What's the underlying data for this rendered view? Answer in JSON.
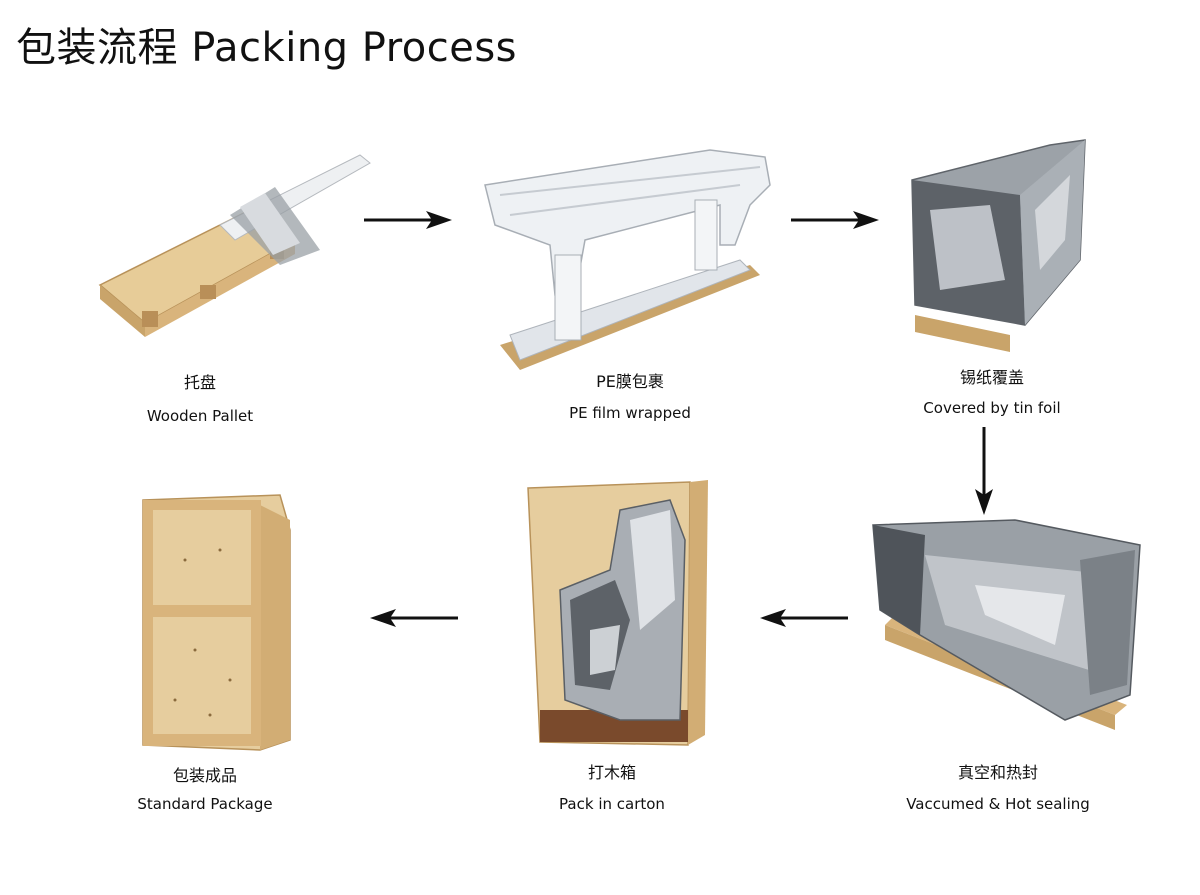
{
  "title": "包装流程 Packing Process",
  "steps": [
    {
      "cn": "托盘",
      "en": "Wooden Pallet",
      "illustration": "wooden-pallet-with-foil"
    },
    {
      "cn": "PE膜包裹",
      "en": "PE film wrapped",
      "illustration": "machine-wrapped-in-pe-film"
    },
    {
      "cn": "锡纸覆盖",
      "en": "Covered by tin foil",
      "illustration": "machine-covered-in-tin-foil"
    },
    {
      "cn": "真空和热封",
      "en": "Vaccumed & Hot sealing",
      "illustration": "vacuum-sealed-foil-package"
    },
    {
      "cn": "打木箱",
      "en": "Pack in  carton",
      "illustration": "open-wooden-crate-with-foil-package"
    },
    {
      "cn": "包装成品",
      "en": "Standard Package",
      "illustration": "closed-wooden-crate"
    }
  ],
  "colors": {
    "wood_light": "#e8cf9f",
    "wood_dark": "#c9a46a",
    "foil_light": "#e9ecef",
    "foil_dark": "#6f747a",
    "arrow": "#111111"
  }
}
